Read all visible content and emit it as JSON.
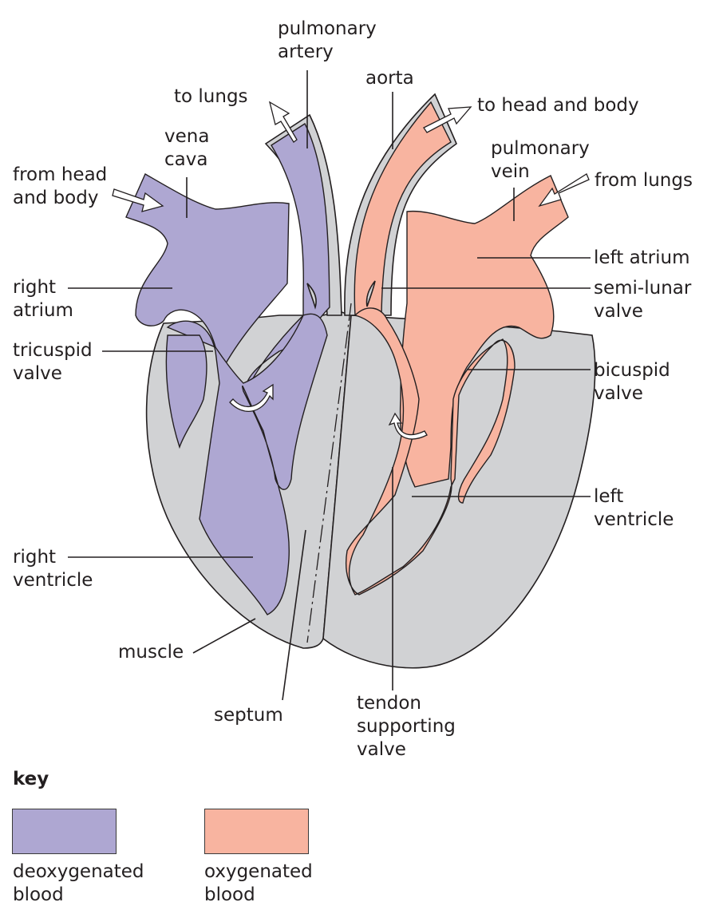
{
  "diagram": {
    "title": "Structure of the human heart",
    "labels": {
      "pulmonary_artery": "pulmonary\nartery",
      "to_lungs": "to lungs",
      "aorta": "aorta",
      "to_head_and_body": "to head and body",
      "vena_cava": "vena\ncava",
      "pulmonary_vein": "pulmonary\nvein",
      "from_head_and_body": "from head\nand body",
      "from_lungs": "from lungs",
      "left_atrium": "left atrium",
      "right_atrium": "right\natrium",
      "semi_lunar_valve": "semi-lunar\nvalve",
      "tricuspid_valve": "tricuspid\nvalve",
      "bicuspid_valve": "bicuspid\nvalve",
      "left_ventricle": "left\nventricle",
      "right_ventricle": "right\nventricle",
      "muscle": "muscle",
      "septum": "septum",
      "tendon_supporting_valve": "tendon\nsupporting\nvalve"
    },
    "colors": {
      "deoxygenated": "#aea7d2",
      "oxygenated": "#f8b4a0",
      "muscle": "#d1d2d4"
    }
  },
  "key": {
    "title": "key",
    "items": [
      {
        "label": "deoxygenated\nblood",
        "color": "#aea7d2"
      },
      {
        "label": "oxygenated\nblood",
        "color": "#f8b4a0"
      }
    ]
  }
}
